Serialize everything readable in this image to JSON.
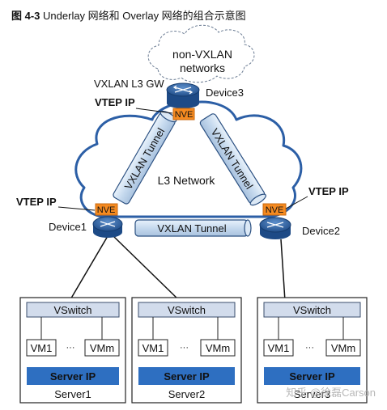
{
  "figure": {
    "number": "图 4-3",
    "caption": "Underlay 网络和 Overlay 网络的组合示意图"
  },
  "cloud": {
    "line1": "non-VXLAN",
    "line2": "networks"
  },
  "gateway_label": "VXLAN L3 GW",
  "network_label": "L3 Network",
  "devices": [
    {
      "name": "Device3"
    },
    {
      "name": "Device1"
    },
    {
      "name": "Device2"
    }
  ],
  "vtep_labels": [
    "VTEP IP",
    "VTEP IP",
    "VTEP IP"
  ],
  "nve_label": "NVE",
  "tunnels": [
    "VXLAN Tunnel",
    "VXLAN Tunnel",
    "VXLAN Tunnel"
  ],
  "servers": [
    {
      "name": "Server1",
      "vswitch": "VSwitch",
      "vm1": "VM1",
      "dots": "···",
      "vmm": "VMm",
      "ip": "Server IP"
    },
    {
      "name": "Server2",
      "vswitch": "VSwitch",
      "vm1": "VM1",
      "dots": "···",
      "vmm": "VMm",
      "ip": "Server IP"
    },
    {
      "name": "Server3",
      "vswitch": "VSwitch",
      "vm1": "VM1",
      "dots": "···",
      "vmm": "VMm",
      "ip": "Server IP"
    }
  ],
  "watermark": "知乎 @徐磊Carson",
  "colors": {
    "nve": "#f58a20",
    "device": "#2a5fa0",
    "server_ip": "#2e6fc1",
    "vswitch": "#d2dcec",
    "tunnel": "#cfe0f2",
    "cloud_line": "#2c5fa6"
  }
}
